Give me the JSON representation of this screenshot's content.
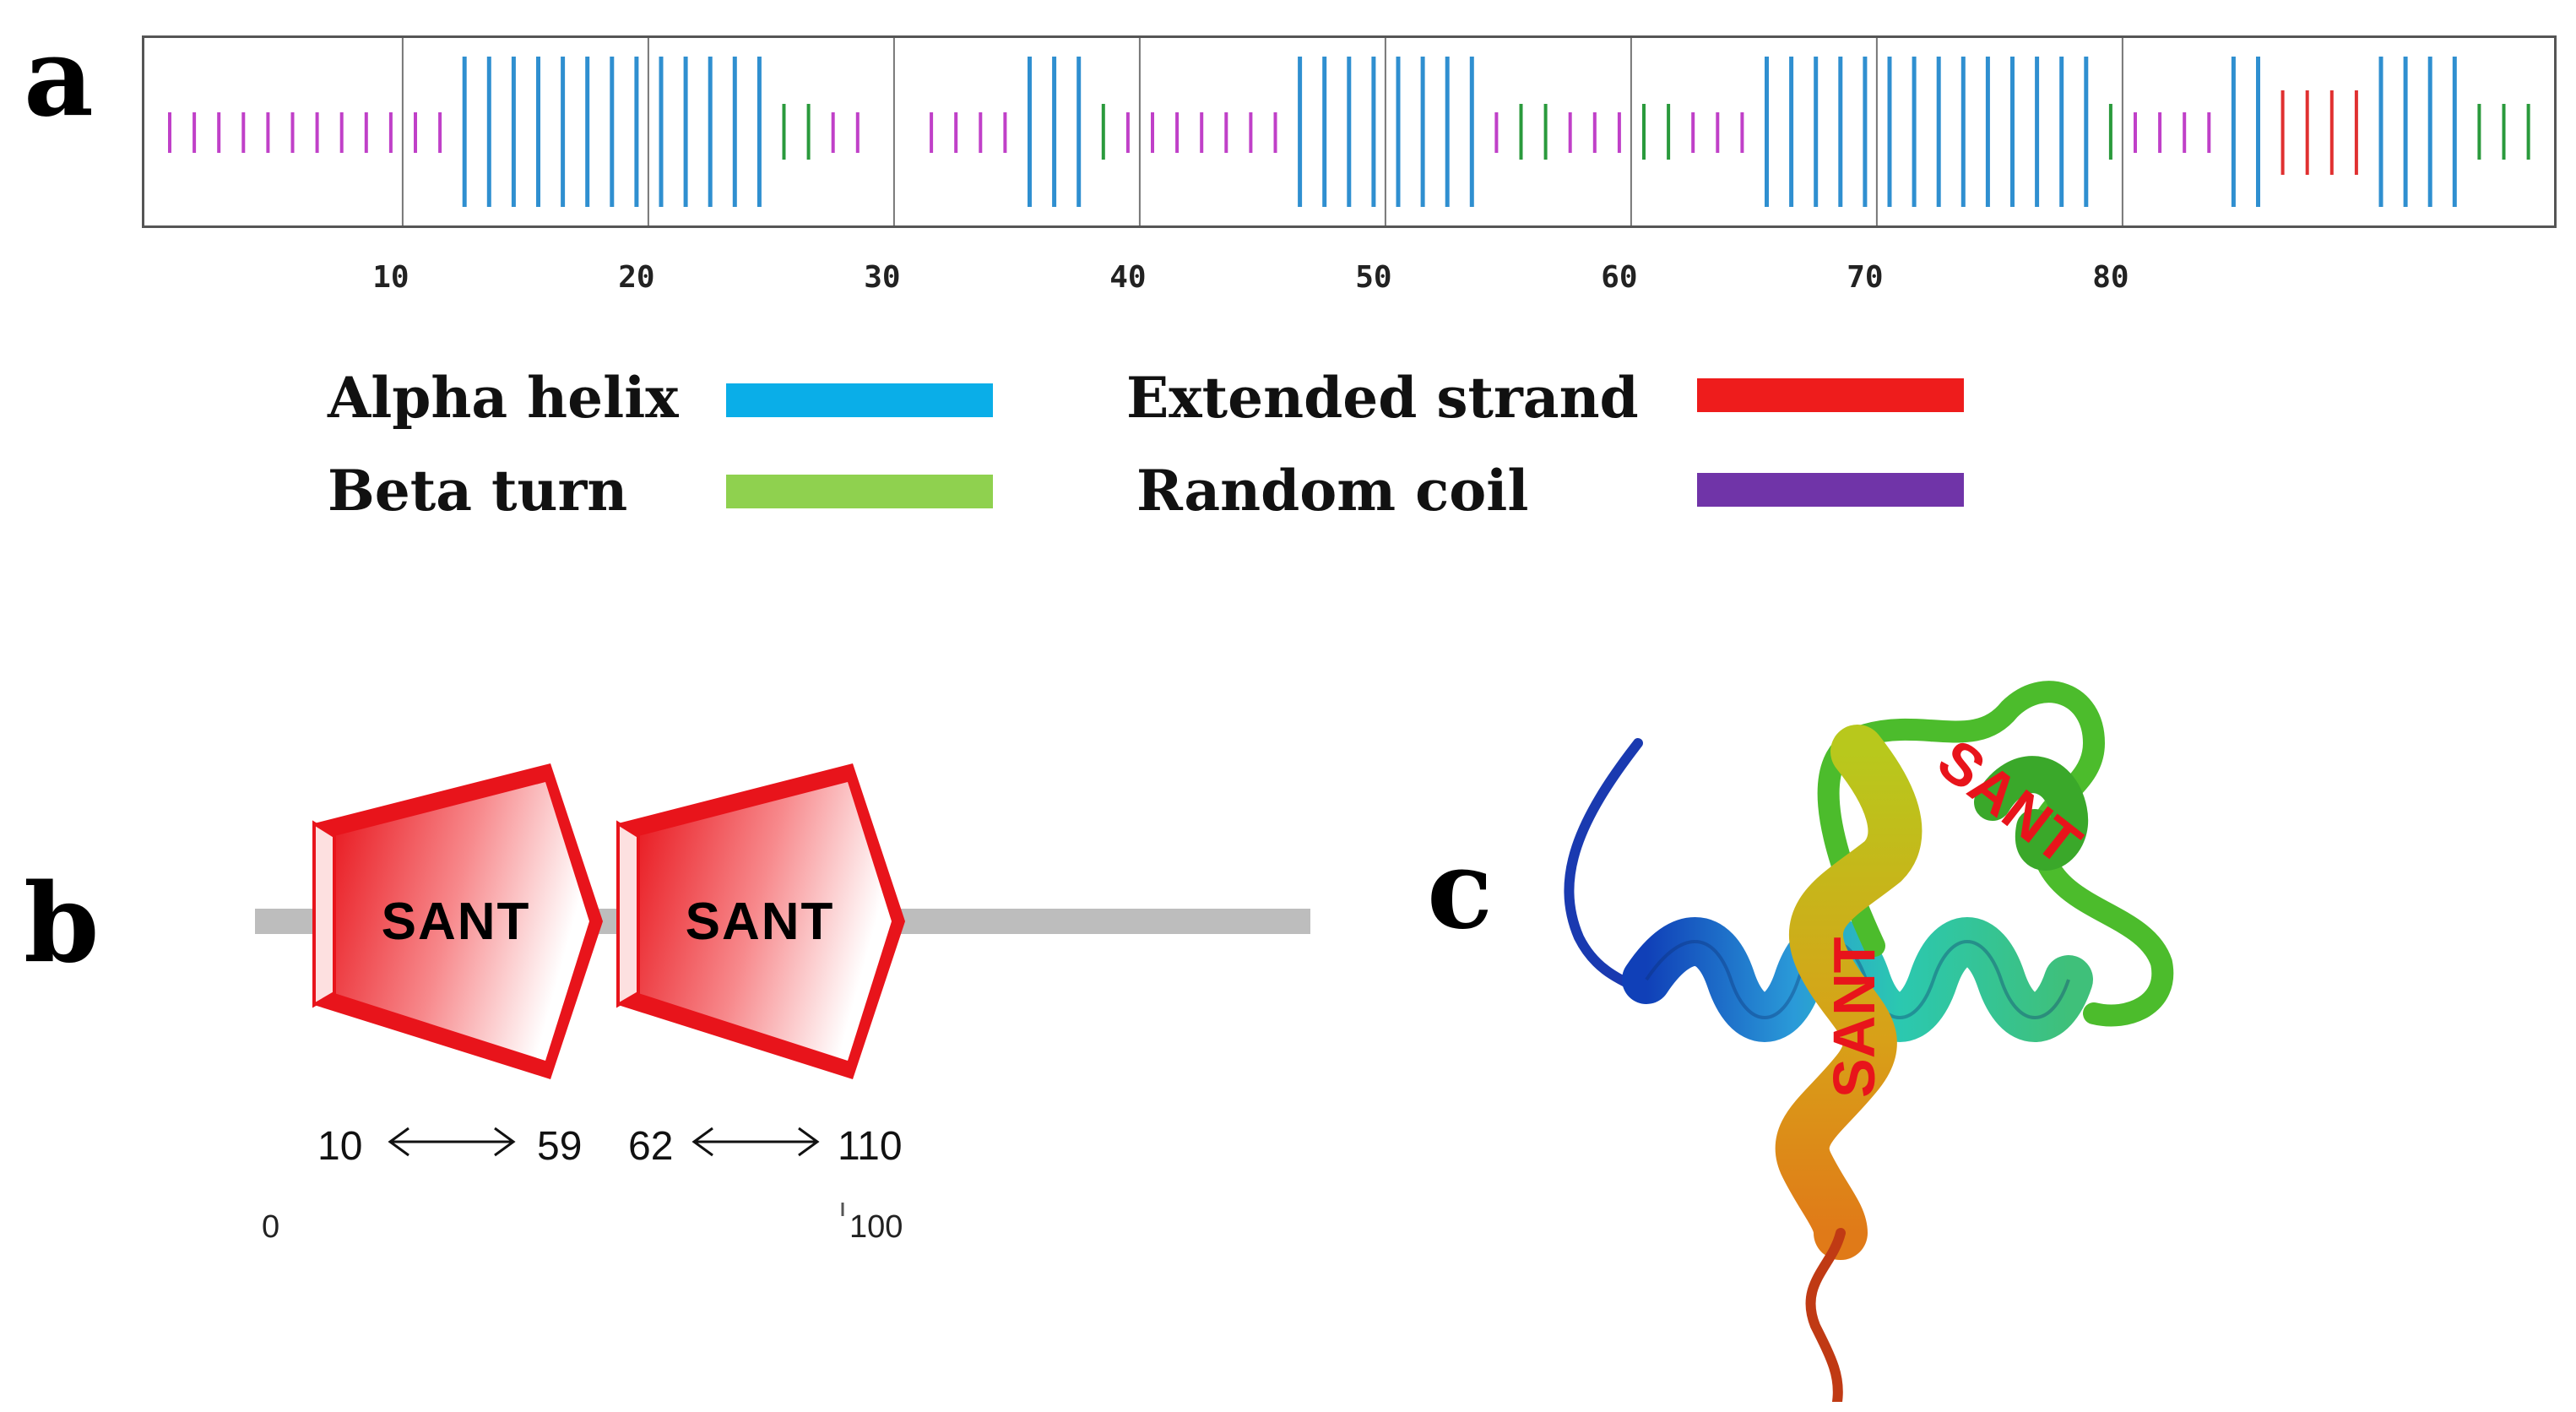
{
  "panels": {
    "a": "a",
    "b": "b",
    "c": "c"
  },
  "track": {
    "length": 97,
    "ticks": [
      "10",
      "20",
      "30",
      "40",
      "50",
      "60",
      "70",
      "80"
    ],
    "tick_values": [
      10,
      20,
      30,
      40,
      50,
      60,
      70,
      80
    ],
    "segments": [
      {
        "type": "coil",
        "start": 1,
        "end": 12
      },
      {
        "type": "helix",
        "start": 13,
        "end": 25
      },
      {
        "type": "turn",
        "start": 26,
        "end": 27
      },
      {
        "type": "coil",
        "start": 28,
        "end": 29
      },
      {
        "type": "coil",
        "start": 32,
        "end": 35
      },
      {
        "type": "helix",
        "start": 36,
        "end": 38
      },
      {
        "type": "turn",
        "start": 39,
        "end": 39
      },
      {
        "type": "coil",
        "start": 40,
        "end": 46
      },
      {
        "type": "helix",
        "start": 47,
        "end": 54
      },
      {
        "type": "coil",
        "start": 55,
        "end": 55
      },
      {
        "type": "turn",
        "start": 56,
        "end": 57
      },
      {
        "type": "coil",
        "start": 58,
        "end": 60
      },
      {
        "type": "turn",
        "start": 61,
        "end": 62
      },
      {
        "type": "coil",
        "start": 63,
        "end": 65
      },
      {
        "type": "helix",
        "start": 66,
        "end": 79
      },
      {
        "type": "turn",
        "start": 80,
        "end": 80
      },
      {
        "type": "coil",
        "start": 81,
        "end": 84
      },
      {
        "type": "helix",
        "start": 85,
        "end": 86
      },
      {
        "type": "strand",
        "start": 87,
        "end": 90
      },
      {
        "type": "helix",
        "start": 91,
        "end": 94
      },
      {
        "type": "turn",
        "start": 95,
        "end": 97
      }
    ]
  },
  "legend": {
    "items": [
      {
        "key": "helix",
        "label": "Alpha helix",
        "color": "#0aaee8"
      },
      {
        "key": "turn",
        "label": "Beta turn",
        "color": "#8fd14f"
      },
      {
        "key": "strand",
        "label": "Extended strand",
        "color": "#ee1c1c"
      },
      {
        "key": "coil",
        "label": "Random coil",
        "color": "#7034a8"
      }
    ]
  },
  "domains": {
    "items": [
      {
        "label": "SANT",
        "start": "10",
        "end": "59"
      },
      {
        "label": "SANT",
        "start": "62",
        "end": "110"
      }
    ],
    "axis": [
      "0",
      "100"
    ]
  },
  "structure": {
    "labels": [
      "SANT",
      "SANT"
    ]
  },
  "colors": {
    "helix": "#2f8fd0",
    "turn": "#2a9a3c",
    "strand": "#e03030",
    "coil": "#c040c8",
    "domain_red": "#e8141b",
    "backbone": "#bdbdbd"
  }
}
